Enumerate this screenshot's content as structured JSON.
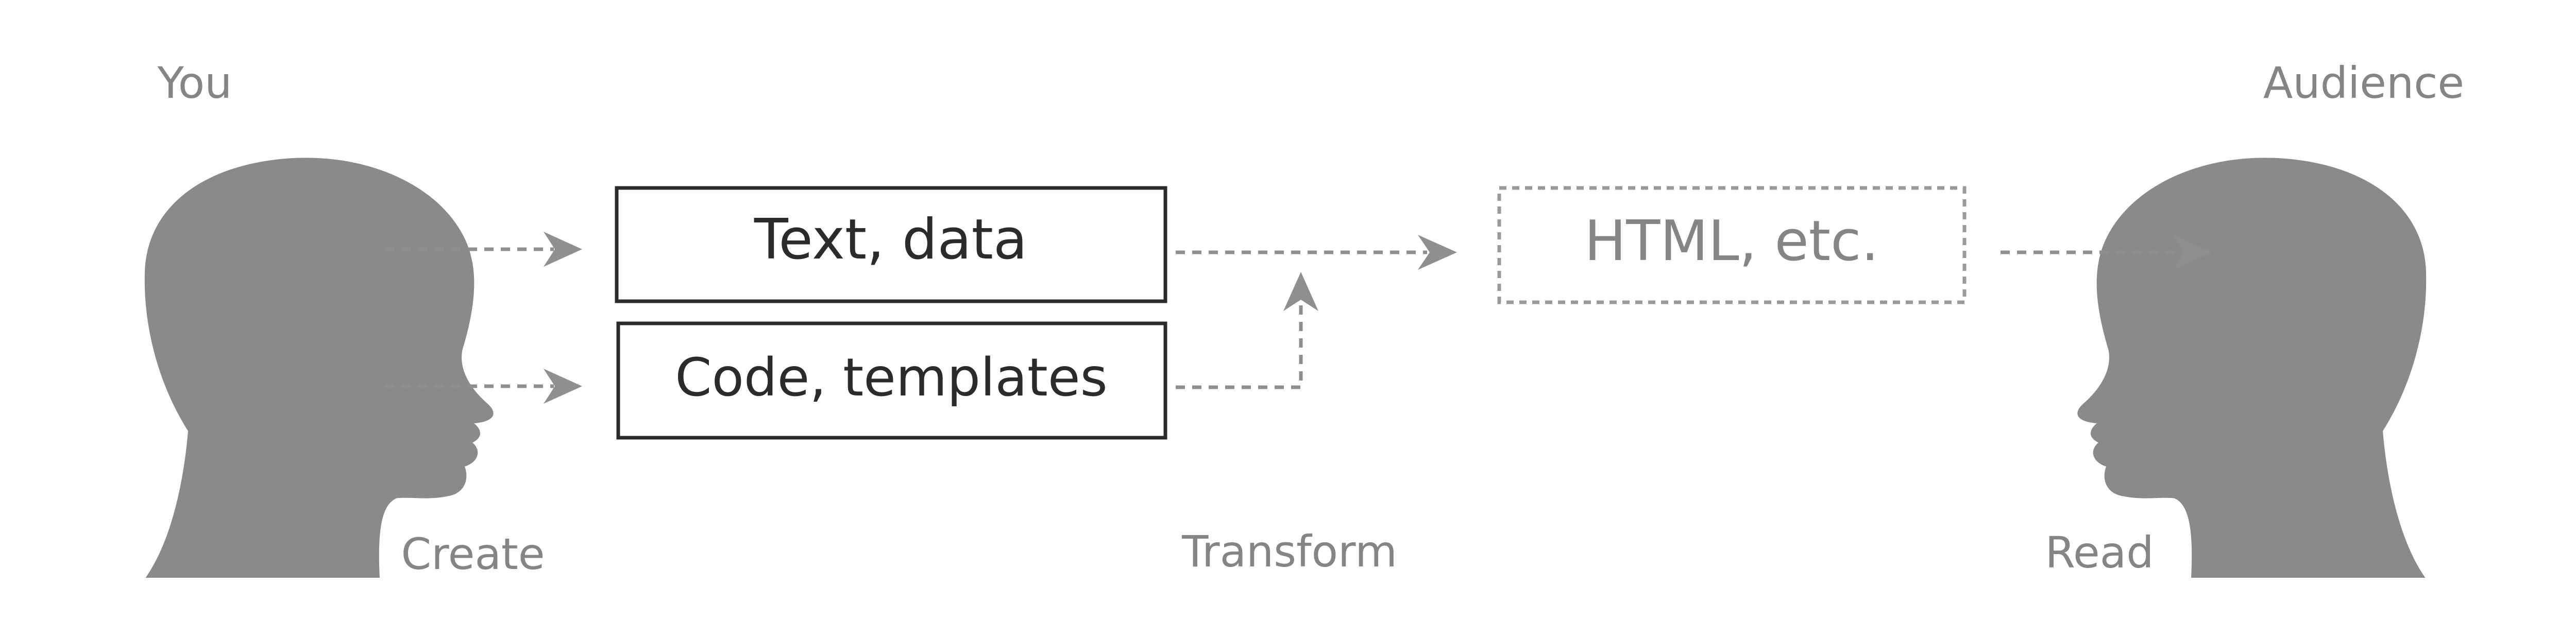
{
  "actors": {
    "left_label": "You",
    "right_label": "Audience"
  },
  "boxes": {
    "text_data": "Text, data",
    "code_templates": "Code, templates",
    "output": "HTML, etc."
  },
  "stages": {
    "create": "Create",
    "transform": "Transform",
    "read": "Read"
  },
  "colors": {
    "head": "#8a8a8a",
    "arrow": "#8f8f8f",
    "box_border": "#2b2b2b",
    "output_border": "#9a9a9a",
    "text_dark": "#2b2b2b",
    "text_gray": "#858585"
  }
}
